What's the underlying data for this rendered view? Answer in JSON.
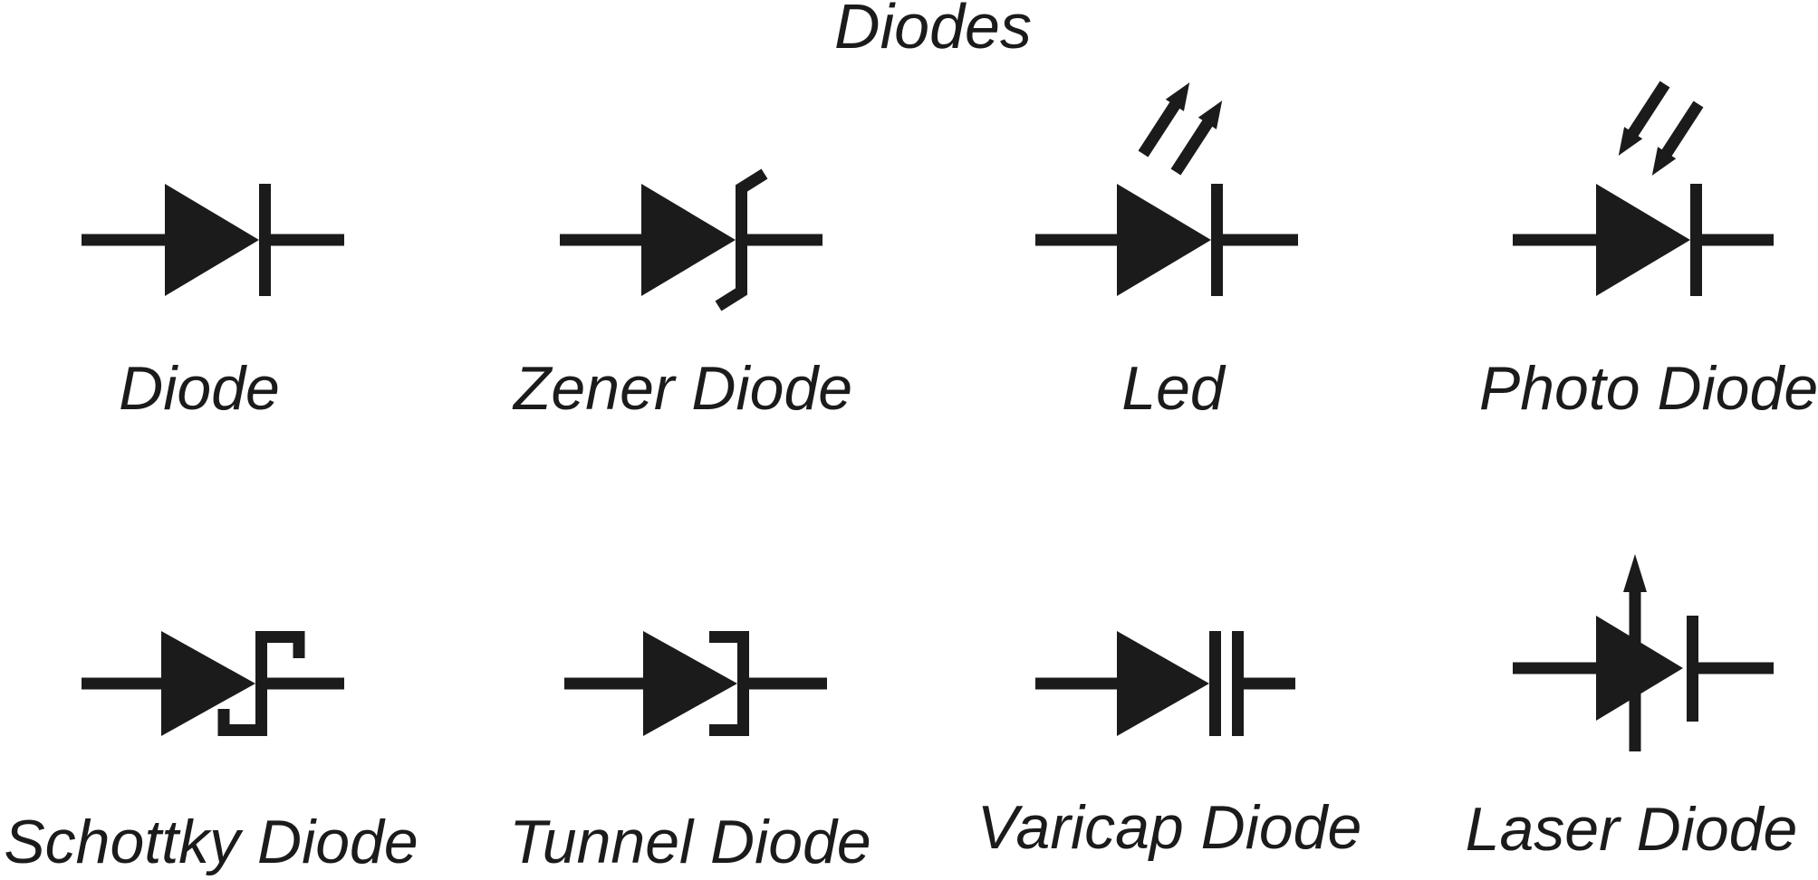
{
  "title": "Diodes",
  "colors": {
    "ink": "#1b1b1b",
    "background": "#ffffff"
  },
  "cells": [
    {
      "label": "Diode",
      "icon": "diode-symbol-icon"
    },
    {
      "label": "Zener Diode",
      "icon": "zener-diode-symbol-icon"
    },
    {
      "label": "Led",
      "icon": "led-symbol-icon"
    },
    {
      "label": "Photo Diode",
      "icon": "photo-diode-symbol-icon"
    },
    {
      "label": "Schottky Diode",
      "icon": "schottky-diode-symbol-icon"
    },
    {
      "label": "Tunnel Diode",
      "icon": "tunnel-diode-symbol-icon"
    },
    {
      "label": "Varicap Diode",
      "icon": "varicap-diode-symbol-icon"
    },
    {
      "label": "Laser Diode",
      "icon": "laser-diode-symbol-icon"
    }
  ]
}
